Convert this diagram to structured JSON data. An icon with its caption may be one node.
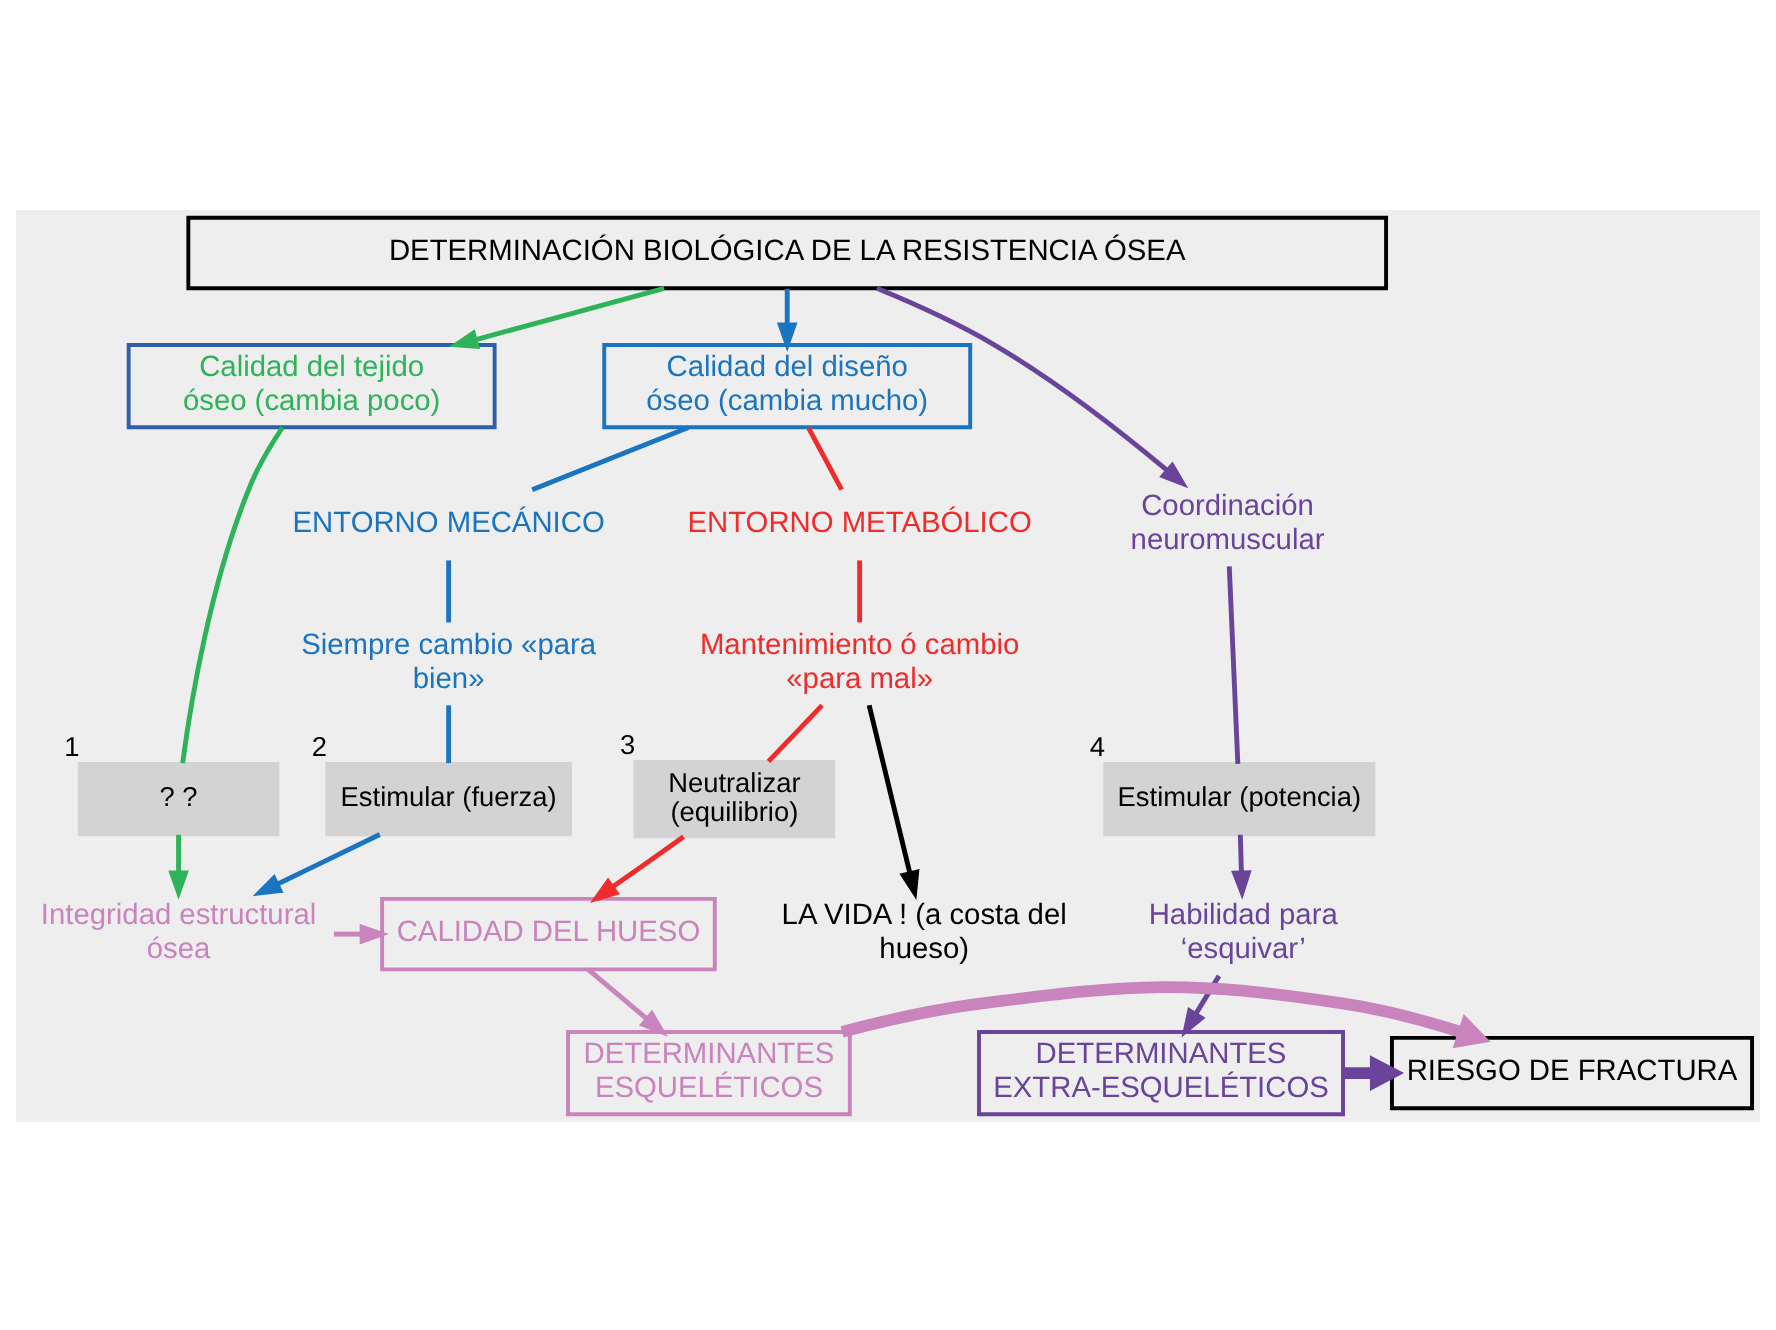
{
  "diagram": {
    "nodes": [
      {
        "text": [
          "DETERMINACIÓN BIOLÓGICA DE LA RESISTENCIA ÓSEA"
        ]
      },
      {
        "text": [
          "Calidad del tejido óseo (cambia poco)"
        ]
      },
      {
        "text": [
          "Calidad del diseño óseo (cambia mucho)"
        ]
      },
      {
        "text": [
          "Coordinación neuromuscular"
        ]
      },
      {
        "text": [
          "ENTORNO MECÁNICO"
        ]
      },
      {
        "text": [
          "ENTORNO METABÓLICO"
        ]
      },
      {
        "text": [
          "Siempre cambio «para bien»"
        ]
      },
      {
        "text": [
          "Mantenimiento ó cambio «para mal»"
        ]
      },
      {
        "text": [
          "Estimular (potencia)"
        ],
        "beside": [
          "4"
        ]
      },
      {
        "text": [
          "? ?"
        ],
        "beside": [
          "1"
        ]
      },
      {
        "text": [
          "Estimular (fuerza)"
        ],
        "beside": [
          "2"
        ]
      },
      {
        "text": [
          "Neutralizar (equilibrio)"
        ],
        "beside": [
          "3"
        ]
      },
      {
        "text": [
          "Habilidad para ‘esquivar’"
        ]
      },
      {
        "text": [
          "Integridad estructural ósea"
        ]
      },
      {
        "text": [
          "CALIDAD DEL HUESO"
        ]
      },
      {
        "text": [
          "LA VIDA ! (a costa del hueso)"
        ]
      },
      {
        "text": [
          "DETERMINANTES EXTRA-ESQUELÉTICOS"
        ]
      },
      {
        "text": [
          "RIESGO DE FRACTURA"
        ]
      },
      {
        "text": [
          "DETERMINANTES ESQUELÉTICOS"
        ]
      }
    ],
    "edges": [
      {
        "from": 0,
        "to": 3,
        "arrow": "to",
        "color": "#6a449a"
      },
      {
        "from": 0,
        "to": 1,
        "arrow": "to",
        "color": "#2eb35a"
      },
      {
        "from": 0,
        "to": 2,
        "arrow": "to",
        "color": "#1a74bf"
      },
      {
        "from": 1,
        "to": 9,
        "arrow": "none",
        "color": "#2eb35a"
      },
      {
        "from": 9,
        "to": 13,
        "arrow": "to",
        "color": "#2eb35a"
      },
      {
        "from": 2,
        "to": 4,
        "arrow": "none",
        "color": "#1a74bf"
      },
      {
        "from": 4,
        "to": 6,
        "arrow": "none",
        "color": "#1a74bf"
      },
      {
        "from": 6,
        "to": 10,
        "arrow": "none",
        "color": "#1a74bf"
      },
      {
        "from": 10,
        "to": 13,
        "arrow": "to",
        "color": "#1a74bf"
      },
      {
        "from": 2,
        "to": 5,
        "arrow": "none",
        "color": "#ee2c2c"
      },
      {
        "from": 5,
        "to": 7,
        "arrow": "none",
        "color": "#ee2c2c"
      },
      {
        "from": 7,
        "to": 11,
        "arrow": "none",
        "color": "#ee2c2c"
      },
      {
        "from": 11,
        "to": 14,
        "arrow": "to",
        "color": "#ee2c2c"
      },
      {
        "from": 7,
        "to": 15,
        "arrow": "to",
        "color": "#000000"
      },
      {
        "from": 3,
        "to": 8,
        "arrow": "none",
        "color": "#6a449a"
      },
      {
        "from": 8,
        "to": 12,
        "arrow": "to",
        "color": "#6a449a"
      },
      {
        "from": 12,
        "to": 16,
        "arrow": "to",
        "color": "#6a449a"
      },
      {
        "from": 13,
        "to": 14,
        "arrow": "to",
        "color": "#c984bd"
      },
      {
        "from": 14,
        "to": 18,
        "arrow": "to",
        "color": "#c984bd"
      },
      {
        "from": 16,
        "to": 17,
        "arrow": "to",
        "style": "thick",
        "color": "#6a449a"
      },
      {
        "from": 18,
        "to": 17,
        "arrow": "to",
        "style": "thick",
        "color": "#c984bd"
      }
    ]
  }
}
